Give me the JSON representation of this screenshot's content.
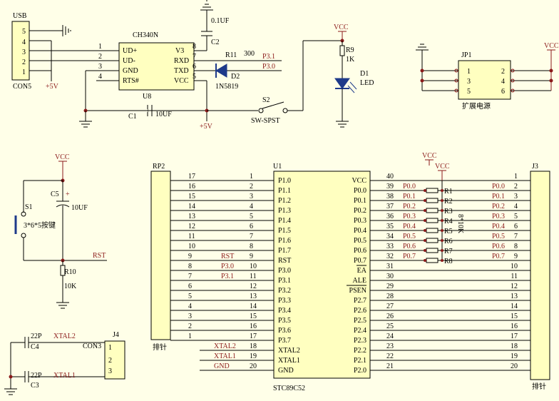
{
  "usb": {
    "ref": "USB",
    "name": "CON5",
    "pins": [
      "5",
      "4",
      "3",
      "2",
      "1"
    ],
    "power": "+5V"
  },
  "ch340": {
    "name": "CH340N",
    "ref": "U8",
    "left_pins": [
      {
        "num": "1",
        "name": "UD+"
      },
      {
        "num": "2",
        "name": "UD-"
      },
      {
        "num": "3",
        "name": "GND"
      },
      {
        "num": "4",
        "name": "RTS#"
      }
    ],
    "right_pins": [
      {
        "num": "8",
        "name": "V3"
      },
      {
        "num": "7",
        "name": "RXD"
      },
      {
        "num": "6",
        "name": "TXD"
      },
      {
        "num": "5",
        "name": "VCC"
      }
    ]
  },
  "c2": {
    "ref": "C2",
    "value": "0.1UF"
  },
  "c1": {
    "ref": "C1",
    "value": "10UF",
    "power": "+5V"
  },
  "r11": {
    "ref": "R11",
    "value": "300"
  },
  "d2": {
    "ref": "D2",
    "value": "1N5819"
  },
  "nets_top": {
    "p31": "P3.1",
    "p30": "P3.0"
  },
  "s2": {
    "ref": "S2",
    "value": "SW-SPST"
  },
  "led": {
    "vcc": "VCC",
    "r_ref": "R9",
    "r_val": "1K",
    "d_ref": "D1",
    "d_val": "LED"
  },
  "jp1": {
    "ref": "JP1",
    "vcc": "VCC",
    "desc": "扩展电源",
    "left": [
      "1",
      "3",
      "5"
    ],
    "right": [
      "2",
      "4",
      "6"
    ]
  },
  "reset": {
    "vcc": "VCC",
    "c_ref": "C5",
    "c_val": "10UF",
    "s_ref": "S1",
    "s_val": "3*6*5按键",
    "net": "RST",
    "r_ref": "R10",
    "r_val": "10K"
  },
  "xtal": {
    "c4": "C4",
    "c3": "C3",
    "c4v": "22P",
    "c3v": "22P",
    "x2": "XTAL2",
    "x1": "XTAL1",
    "conn": "CON3",
    "j_ref": "J4",
    "pins": [
      "1",
      "2",
      "3"
    ]
  },
  "rp2": {
    "ref": "RP2",
    "desc": "排针",
    "rows": [
      {
        "l": "17",
        "r": "1",
        "net": ""
      },
      {
        "l": "16",
        "r": "2",
        "net": ""
      },
      {
        "l": "15",
        "r": "3",
        "net": ""
      },
      {
        "l": "14",
        "r": "4",
        "net": ""
      },
      {
        "l": "13",
        "r": "5",
        "net": ""
      },
      {
        "l": "12",
        "r": "6",
        "net": ""
      },
      {
        "l": "11",
        "r": "7",
        "net": ""
      },
      {
        "l": "10",
        "r": "8",
        "net": ""
      },
      {
        "l": "9",
        "r": "9",
        "net": "RST"
      },
      {
        "l": "8",
        "r": "10",
        "net": "P3.0"
      },
      {
        "l": "7",
        "r": "11",
        "net": "P3.1"
      },
      {
        "l": "6",
        "r": "12",
        "net": ""
      },
      {
        "l": "5",
        "r": "13",
        "net": ""
      },
      {
        "l": "4",
        "r": "14",
        "net": ""
      },
      {
        "l": "3",
        "r": "15",
        "net": ""
      },
      {
        "l": "2",
        "r": "16",
        "net": ""
      },
      {
        "l": "1",
        "r": "17",
        "net": ""
      },
      {
        "l": "",
        "r": "18",
        "net": "XTAL2"
      },
      {
        "l": "",
        "r": "19",
        "net": "XTAL1"
      },
      {
        "l": "",
        "r": "20",
        "net": "GND"
      }
    ]
  },
  "u1": {
    "ref": "U1",
    "name": "STC89C52",
    "vcc": "VCC",
    "left": [
      "P1.0",
      "P1.1",
      "P1.2",
      "P1.3",
      "P1.4",
      "P1.5",
      "P1.6",
      "P1.7",
      "RST",
      "P3.0",
      "P3.1",
      "P3.2",
      "P3.3",
      "P3.4",
      "P3.5",
      "P3.6",
      "P3.7",
      "XTAL2",
      "XTAL1",
      "GND"
    ],
    "right": [
      "VCC",
      "P0.0",
      "P0.1",
      "P0.2",
      "P0.3",
      "P0.4",
      "P0.5",
      "P0.6",
      "P0.7",
      "EA",
      "ALE",
      "PSEN",
      "P2.7",
      "P2.6",
      "P2.5",
      "P2.4",
      "P2.3",
      "P2.2",
      "P2.1",
      "P2.0"
    ],
    "rnum": [
      "40",
      "39",
      "38",
      "37",
      "36",
      "35",
      "34",
      "33",
      "32",
      "31",
      "30",
      "29",
      "28",
      "27",
      "26",
      "25",
      "24",
      "23",
      "22",
      "21"
    ],
    "rnet": [
      "",
      "P0.0",
      "P0.1",
      "P0.2",
      "P0.3",
      "P0.4",
      "P0.5",
      "P0.6",
      "P0.7",
      "",
      "",
      "",
      "",
      "",
      "",
      "",
      "",
      "",
      "",
      ""
    ]
  },
  "rnet": {
    "vcc": "VCC",
    "value": "8*10K",
    "refs": [
      "R1",
      "R2",
      "R3",
      "R4",
      "R5",
      "R6",
      "R7",
      "R8"
    ]
  },
  "j3": {
    "ref": "J3",
    "desc": "排针",
    "nums": [
      "1",
      "2",
      "3",
      "4",
      "5",
      "6",
      "7",
      "8",
      "9",
      "10",
      "11",
      "12",
      "13",
      "14",
      "15",
      "16",
      "17",
      "18",
      "19",
      "20"
    ],
    "nets": [
      "",
      "P0.0",
      "P0.1",
      "P0.2",
      "P0.3",
      "P0.4",
      "P0.5",
      "P0.6",
      "P0.7",
      "",
      "",
      "",
      "",
      "",
      "",
      "",
      "",
      "",
      "",
      ""
    ]
  }
}
